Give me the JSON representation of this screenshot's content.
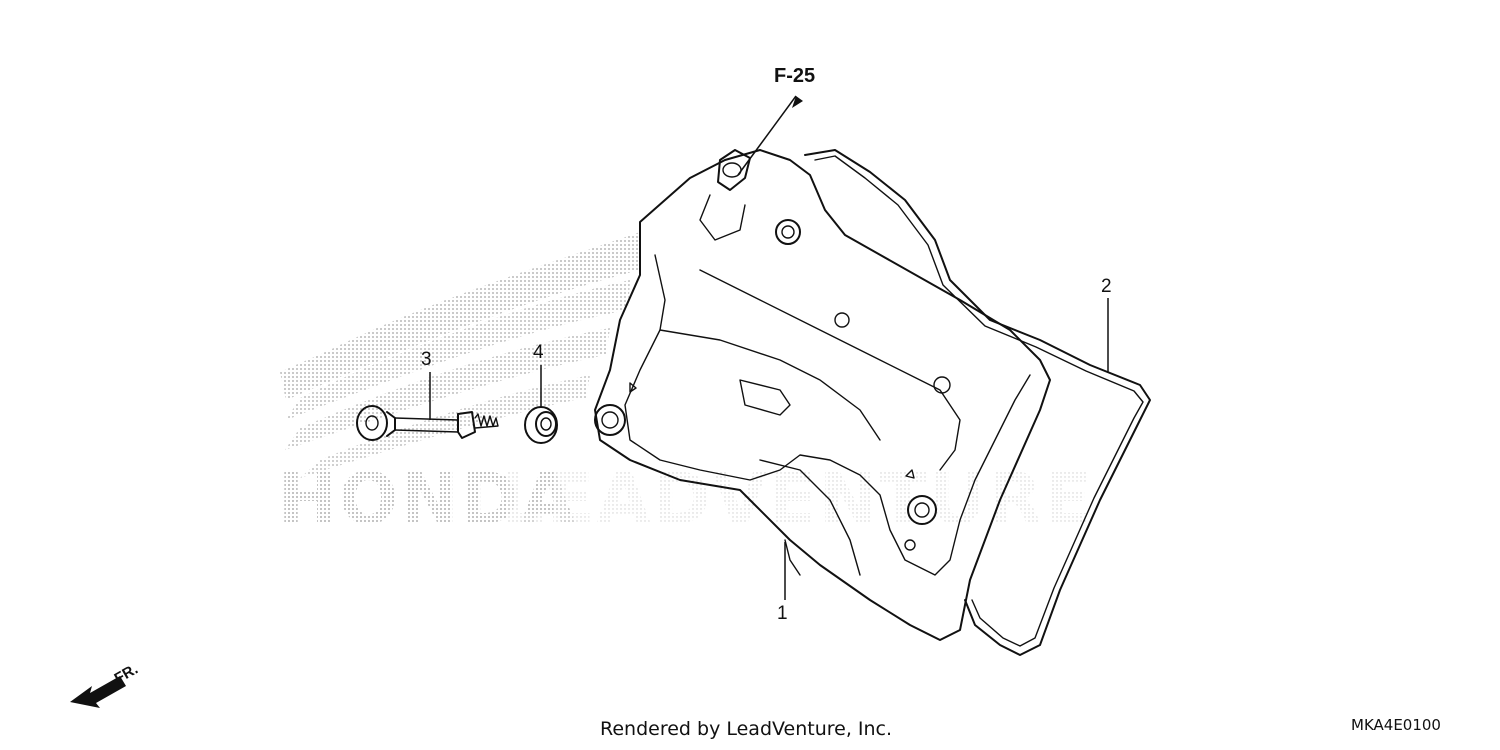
{
  "diagram": {
    "reference": {
      "label": "F-25"
    },
    "direction": {
      "label": "FR."
    },
    "callouts": [
      {
        "number": "1",
        "part": "cylinder-head-cover"
      },
      {
        "number": "2",
        "part": "cover-gasket"
      },
      {
        "number": "3",
        "part": "bolt"
      },
      {
        "number": "4",
        "part": "rubber-seal"
      }
    ]
  },
  "watermark": {
    "brand": "HONDA",
    "text": "LEADVENTURE"
  },
  "footer": {
    "credit": "Rendered by LeadVenture, Inc.",
    "code": "MKA4E0100"
  },
  "colors": {
    "line": "#111111",
    "watermark": "#b5b5b5",
    "background": "#ffffff"
  }
}
